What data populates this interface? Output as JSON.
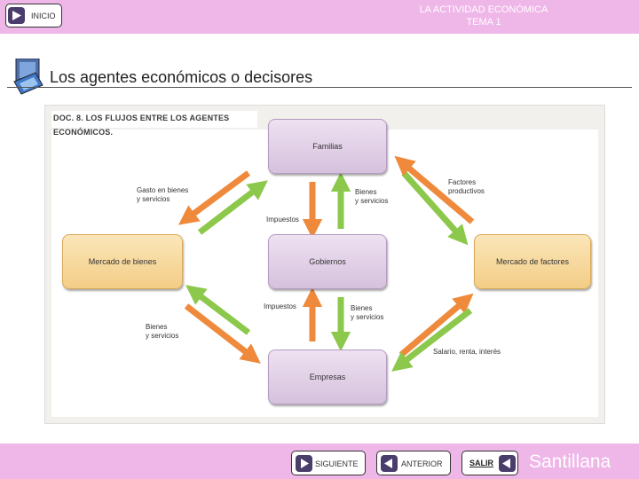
{
  "header": {
    "home_label": "INICIO",
    "title_line1": "LA ACTIVIDAD ECONÓMICA",
    "title_line2": "TEMA 1"
  },
  "section": {
    "title": "Los agentes económicos o decisores"
  },
  "document": {
    "label": "DOC. 8. LOS FLUJOS ENTRE LOS AGENTES ECONÓMICOS.",
    "nodes": {
      "families": "Familias",
      "government": "Gobiernos",
      "companies": "Empresas",
      "goods_market": "Mercado de bienes",
      "factor_market": "Mercado de factores"
    },
    "labels": {
      "spending_1": "Gasto en bienes",
      "spending_2": "y servicios",
      "taxes_top": "Impuestos",
      "goods_top_1": "Bienes",
      "goods_top_2": "y servicios",
      "factors_1": "Factores",
      "factors_2": "productivos",
      "taxes_bottom": "Impuestos",
      "goods_bottom_1": "Bienes",
      "goods_bottom_2": "y servicios",
      "goods_left_1": "Bienes",
      "goods_left_2": "y servicios",
      "salary": "Salario, renta, interés"
    },
    "colors": {
      "orange_arrow": "#ef8a3c",
      "green_arrow": "#8cc84b"
    }
  },
  "footer": {
    "next_label": "SIGUIENTE",
    "prev_label": "ANTERIOR",
    "exit_label": "SALIR",
    "brand": "Santillana"
  }
}
